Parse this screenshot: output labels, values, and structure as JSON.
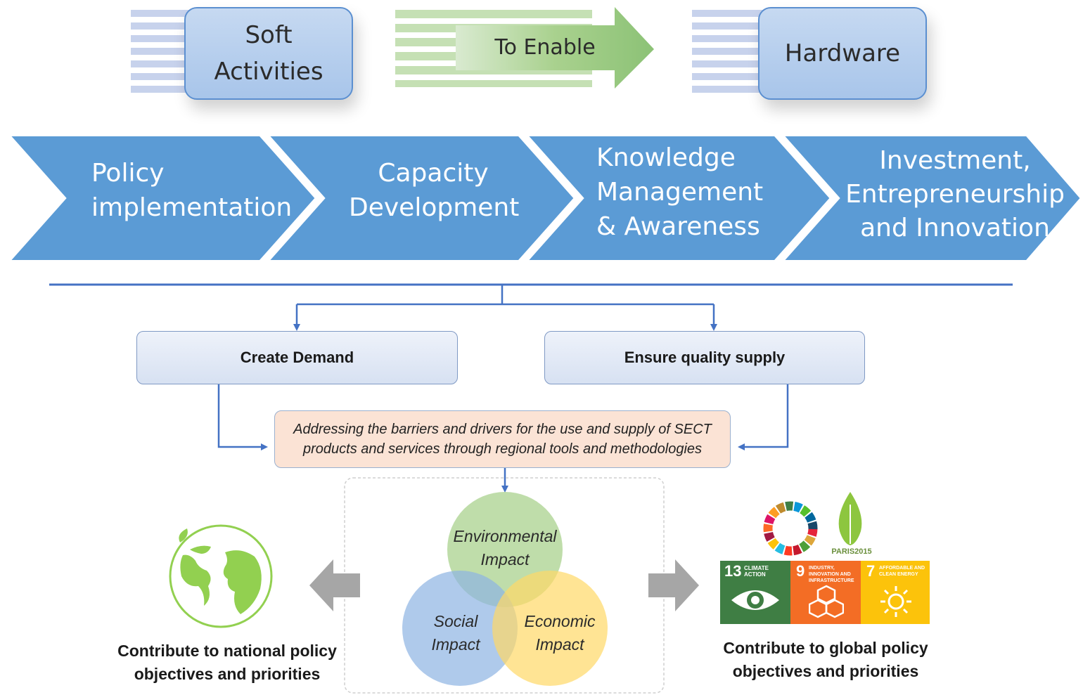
{
  "top_row": {
    "soft_activities": "Soft\nActivities",
    "to_enable": "To Enable",
    "hardware": "Hardware"
  },
  "chevrons": [
    {
      "label": "Policy\nimplementation"
    },
    {
      "label": "Capacity\nDevelopment"
    },
    {
      "label": "Knowledge\nManagement\n& Awareness"
    },
    {
      "label": "Investment,\nEntrepreneurship\nand Innovation"
    }
  ],
  "flow": {
    "create_demand": "Create Demand",
    "ensure_supply": "Ensure quality supply",
    "addressing": "Addressing the barriers and drivers for the use and supply of SECT products and services through regional tools and methodologies"
  },
  "venn": {
    "environmental": "Environmental\nImpact",
    "social": "Social\nImpact",
    "economic": "Economic\nImpact"
  },
  "outcomes": {
    "national": "Contribute to national policy\nobjectives and priorities",
    "global": "Contribute to global policy\nobjectives and priorities"
  },
  "logos": {
    "paris": "PARIS2015",
    "sdg13_number": "13",
    "sdg13_label": "CLIMATE ACTION",
    "sdg9_number": "9",
    "sdg9_label": "INDUSTRY, INNOVATION AND INFRASTRUCTURE",
    "sdg7_number": "7",
    "sdg7_label": "AFFORDABLE AND CLEAN ENERGY"
  },
  "colors": {
    "chevron_blue": "#5b9bd5",
    "sdg13": "#3f7e44",
    "sdg9": "#f36d25",
    "sdg7": "#fcc30b",
    "arrow_green": "#a9d18e",
    "grey_arrow": "#a6a6a6"
  }
}
